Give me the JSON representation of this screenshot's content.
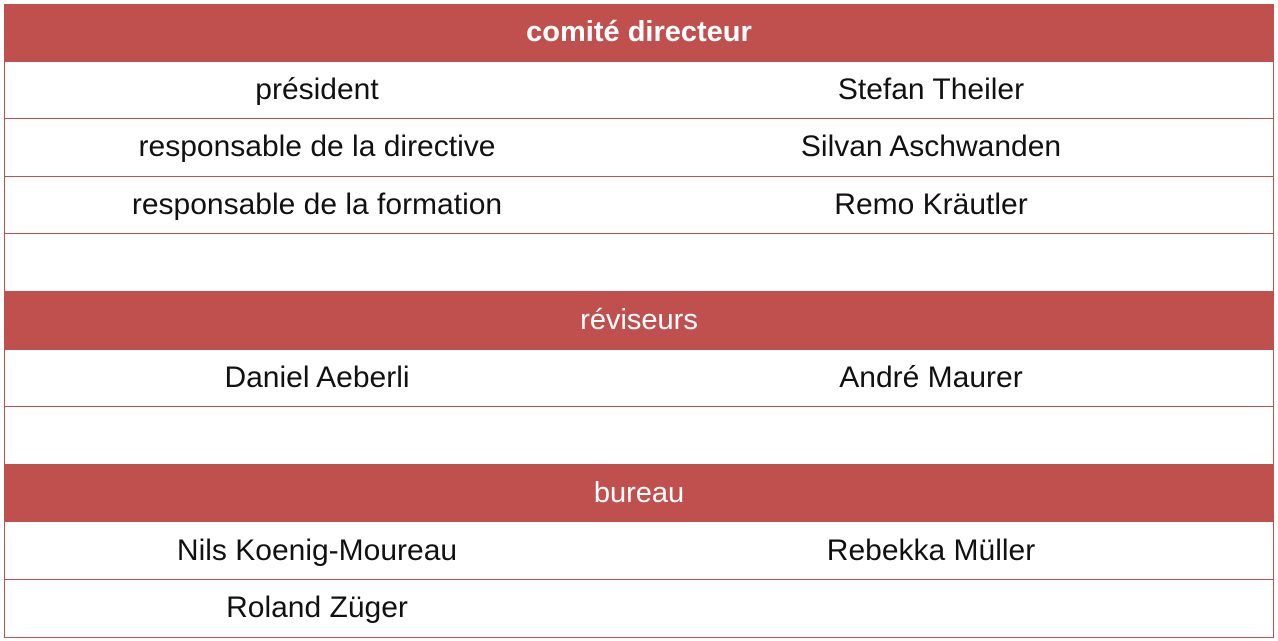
{
  "sections": [
    {
      "title": "comité directeur",
      "rows": [
        [
          "président",
          "Stefan Theiler"
        ],
        [
          "responsable de la directive",
          "Silvan Aschwanden"
        ],
        [
          "responsable de la formation",
          "Remo Kräutler"
        ]
      ]
    },
    {
      "title": "réviseurs",
      "rows": [
        [
          "Daniel Aeberli",
          "André Maurer"
        ]
      ]
    },
    {
      "title": "bureau",
      "rows": [
        [
          "Nils Koenig-Moureau",
          "Rebekka Müller"
        ],
        [
          "Roland Züger",
          ""
        ]
      ]
    }
  ],
  "colors": {
    "accent": "#c0504d",
    "header_text": "#ffffff",
    "body_text": "#111111"
  }
}
